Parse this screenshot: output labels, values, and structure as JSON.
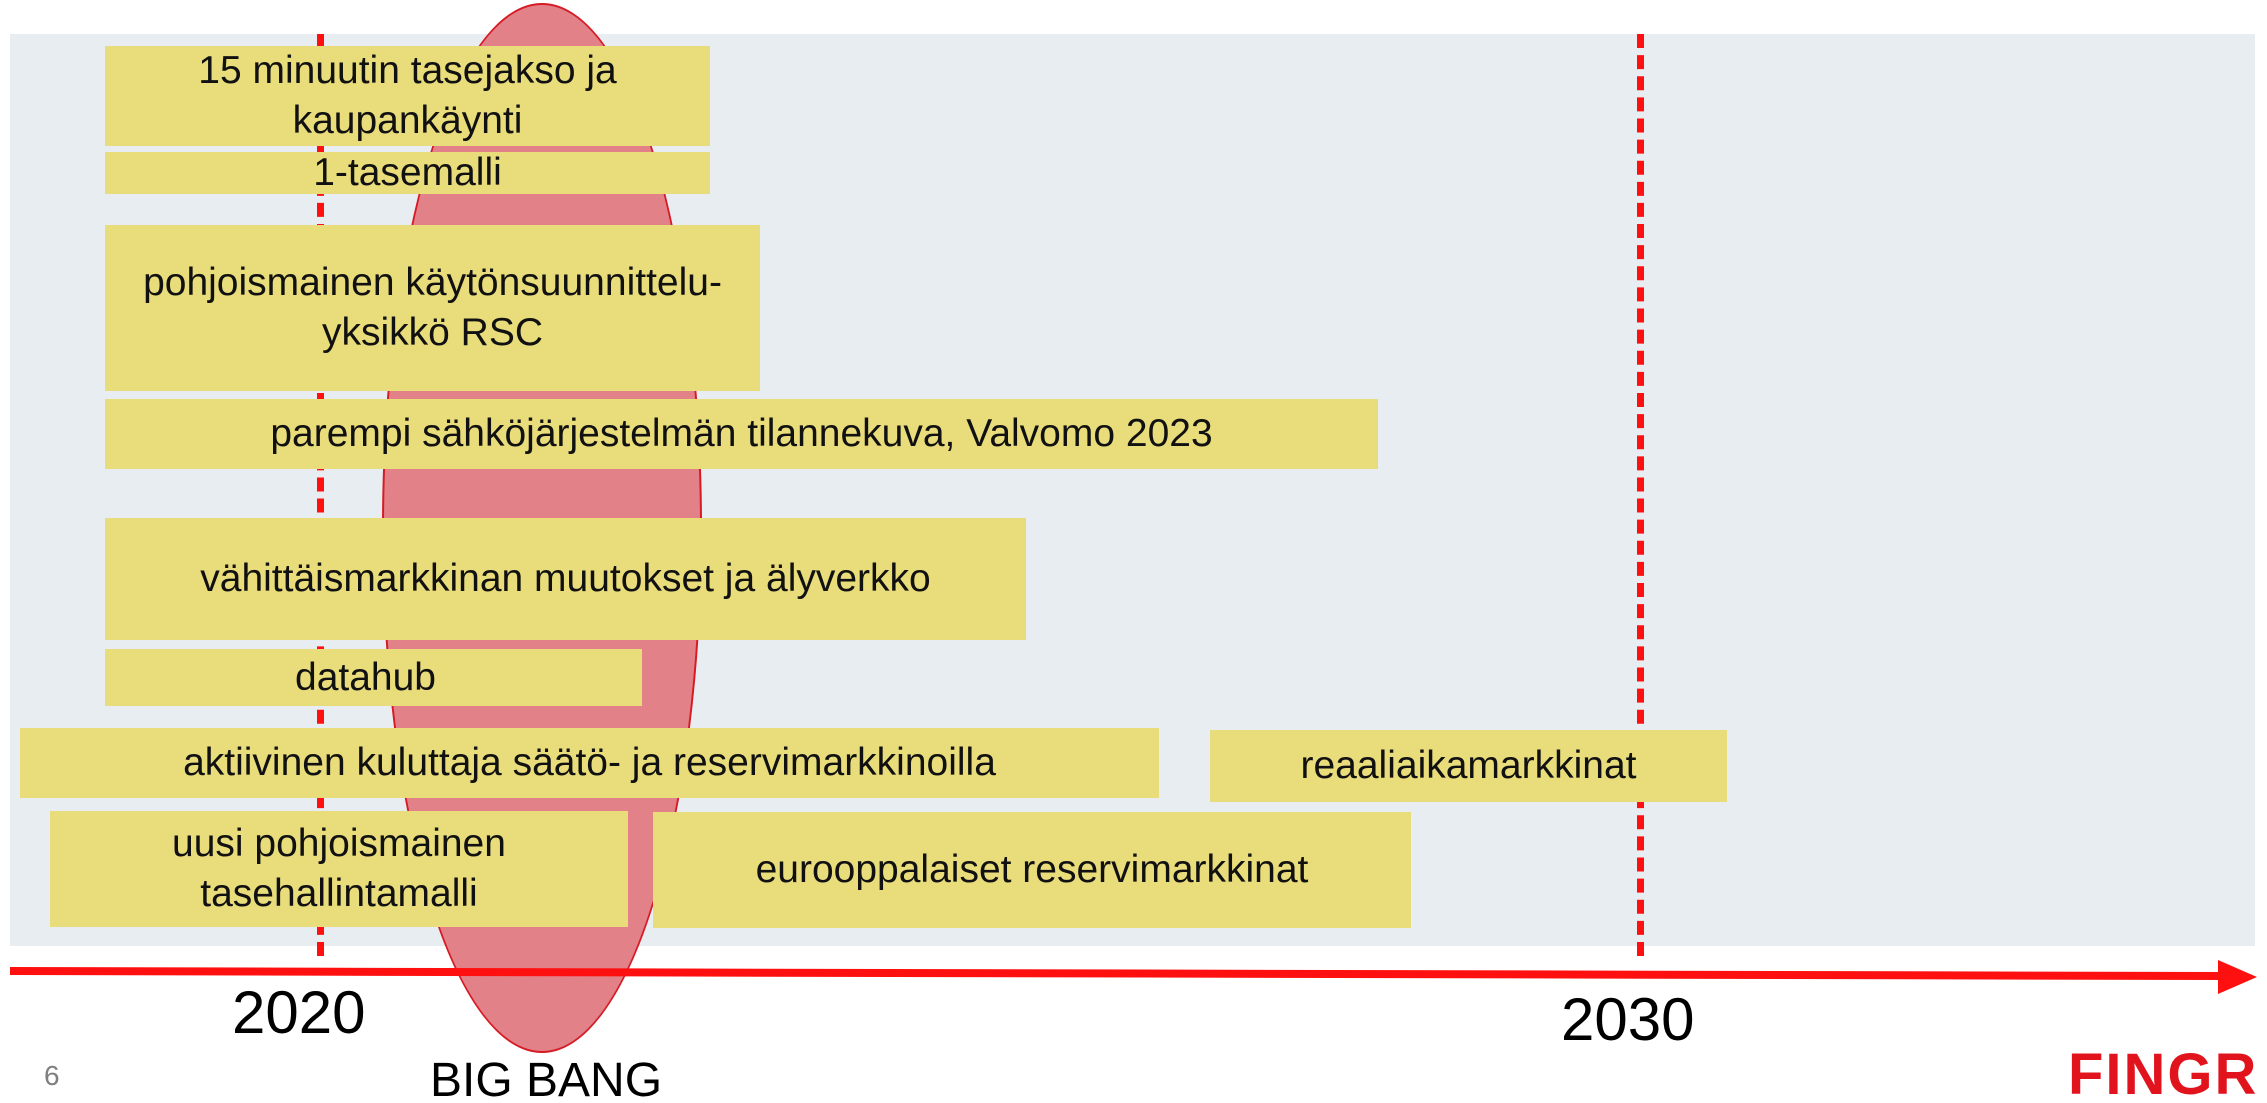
{
  "timeline": {
    "boxes": [
      {
        "text": "15 minuutin tasejakso ja kaupankäynti"
      },
      {
        "text": "1-tasemalli"
      },
      {
        "text": "pohjoismainen käytönsuunnittelu-yksikkö RSC"
      },
      {
        "text": "parempi sähköjärjestelmän tilannekuva, Valvomo 2023"
      },
      {
        "text": "vähittäismarkkinan muutokset ja älyverkko"
      },
      {
        "text": "datahub"
      },
      {
        "text": "aktiivinen kuluttaja säätö- ja reservimarkkinoilla"
      },
      {
        "text": "reaaliaikamarkkinat"
      },
      {
        "text": "uusi pohjoismainen tasehallintamalli"
      },
      {
        "text": "eurooppalaiset reservimarkkinat"
      }
    ],
    "year_start": "2020",
    "year_end": "2030",
    "big_bang_label": "BIG BANG"
  },
  "footer": {
    "page_number": "6",
    "logo_text": "FINGR"
  },
  "colors": {
    "background_panel": "#e8edf1",
    "box_fill": "#e9dc7b",
    "axis_red": "#ff1010",
    "big_bang_fill": "#e28188",
    "brand_red": "#e1141e"
  }
}
